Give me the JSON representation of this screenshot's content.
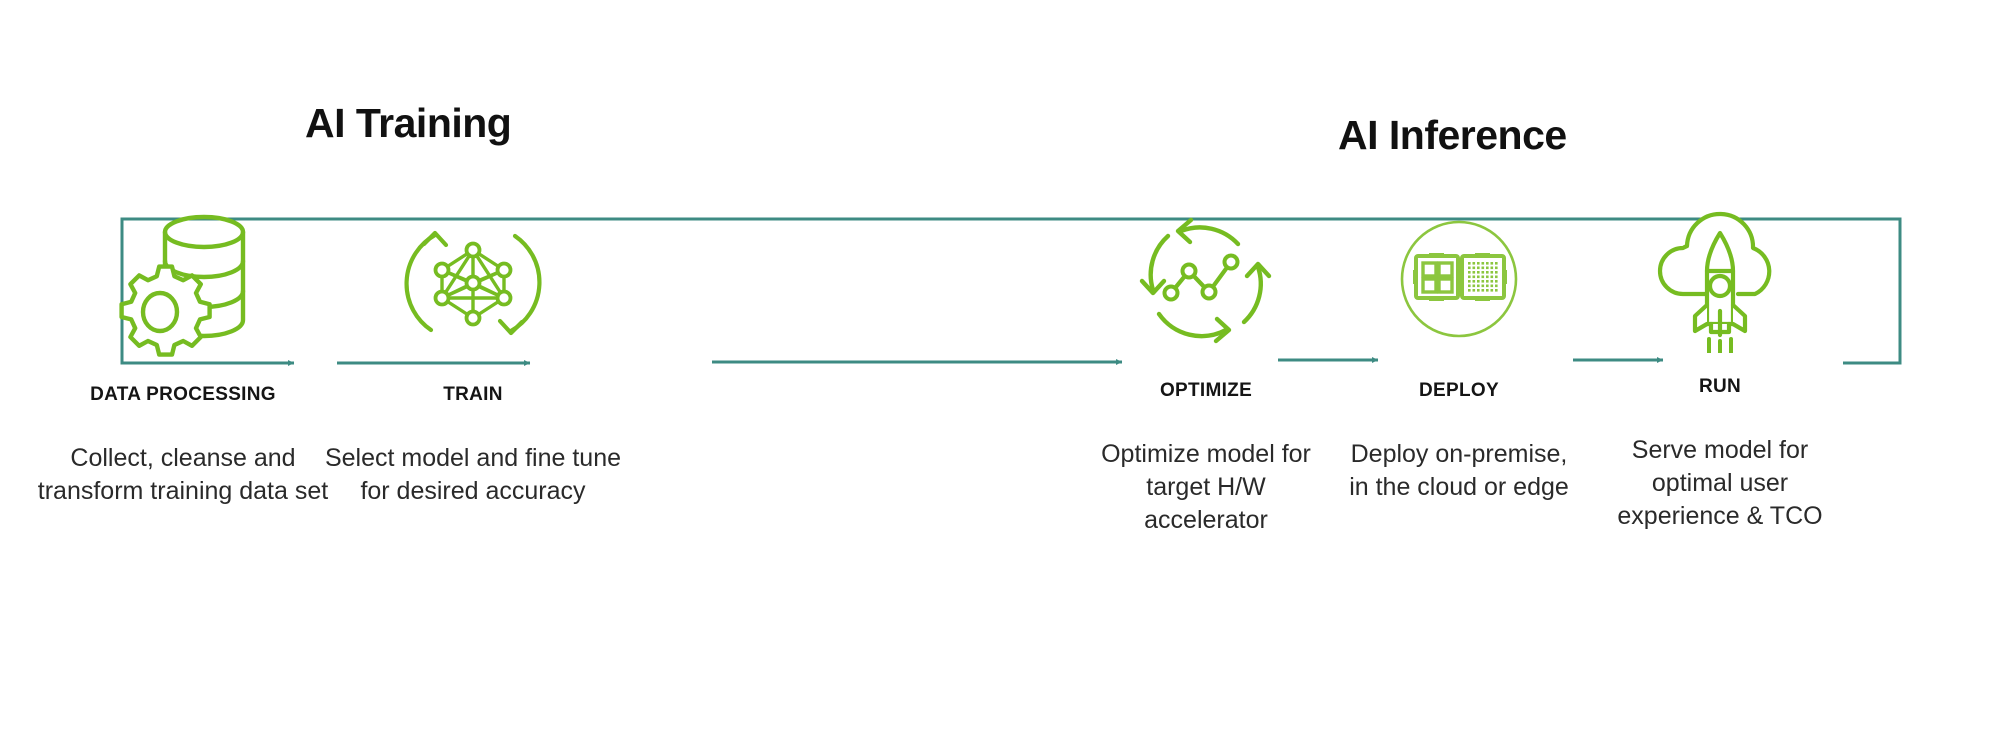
{
  "meta": {
    "diagram_title": "AI Training and AI Inference pipeline",
    "colors": {
      "icon_green": "#76bc21",
      "connector_teal": "#3d8b83",
      "text_dark": "#151515"
    }
  },
  "sections": [
    {
      "id": "training",
      "label": "AI Training"
    },
    {
      "id": "inference",
      "label": "AI Inference"
    }
  ],
  "stages": [
    {
      "id": "data-processing",
      "icon": "database-gear-icon",
      "label": "DATA PROCESSING",
      "description": "Collect, cleanse and transform training data set",
      "section": "training"
    },
    {
      "id": "train",
      "icon": "neural-network-cycle-icon",
      "label": "TRAIN",
      "description": "Select model and fine tune for desired accuracy",
      "section": "training"
    },
    {
      "id": "optimize",
      "icon": "line-chart-cycle-icon",
      "label": "OPTIMIZE",
      "description": "Optimize model for target H/W accelerator",
      "section": "inference"
    },
    {
      "id": "deploy",
      "icon": "chips-circle-icon",
      "label": "DEPLOY",
      "description": "Deploy on-premise, in the cloud or edge",
      "section": "inference"
    },
    {
      "id": "run",
      "icon": "rocket-cloud-icon",
      "label": "RUN",
      "description": "Serve model for optimal user experience & TCO",
      "section": "inference"
    }
  ],
  "connectors": [
    {
      "id": "frame-bracket",
      "from": "run",
      "to": "data-processing",
      "style": "bracket-loop-arrow"
    },
    {
      "id": "data-to-train",
      "from": "data-processing",
      "to": "train",
      "style": "arrow"
    },
    {
      "id": "train-to-optimize",
      "from": "train",
      "to": "optimize",
      "style": "arrow"
    },
    {
      "id": "optimize-to-deploy",
      "from": "optimize",
      "to": "deploy",
      "style": "arrow"
    },
    {
      "id": "deploy-to-run",
      "from": "deploy",
      "to": "run",
      "style": "arrow"
    }
  ]
}
